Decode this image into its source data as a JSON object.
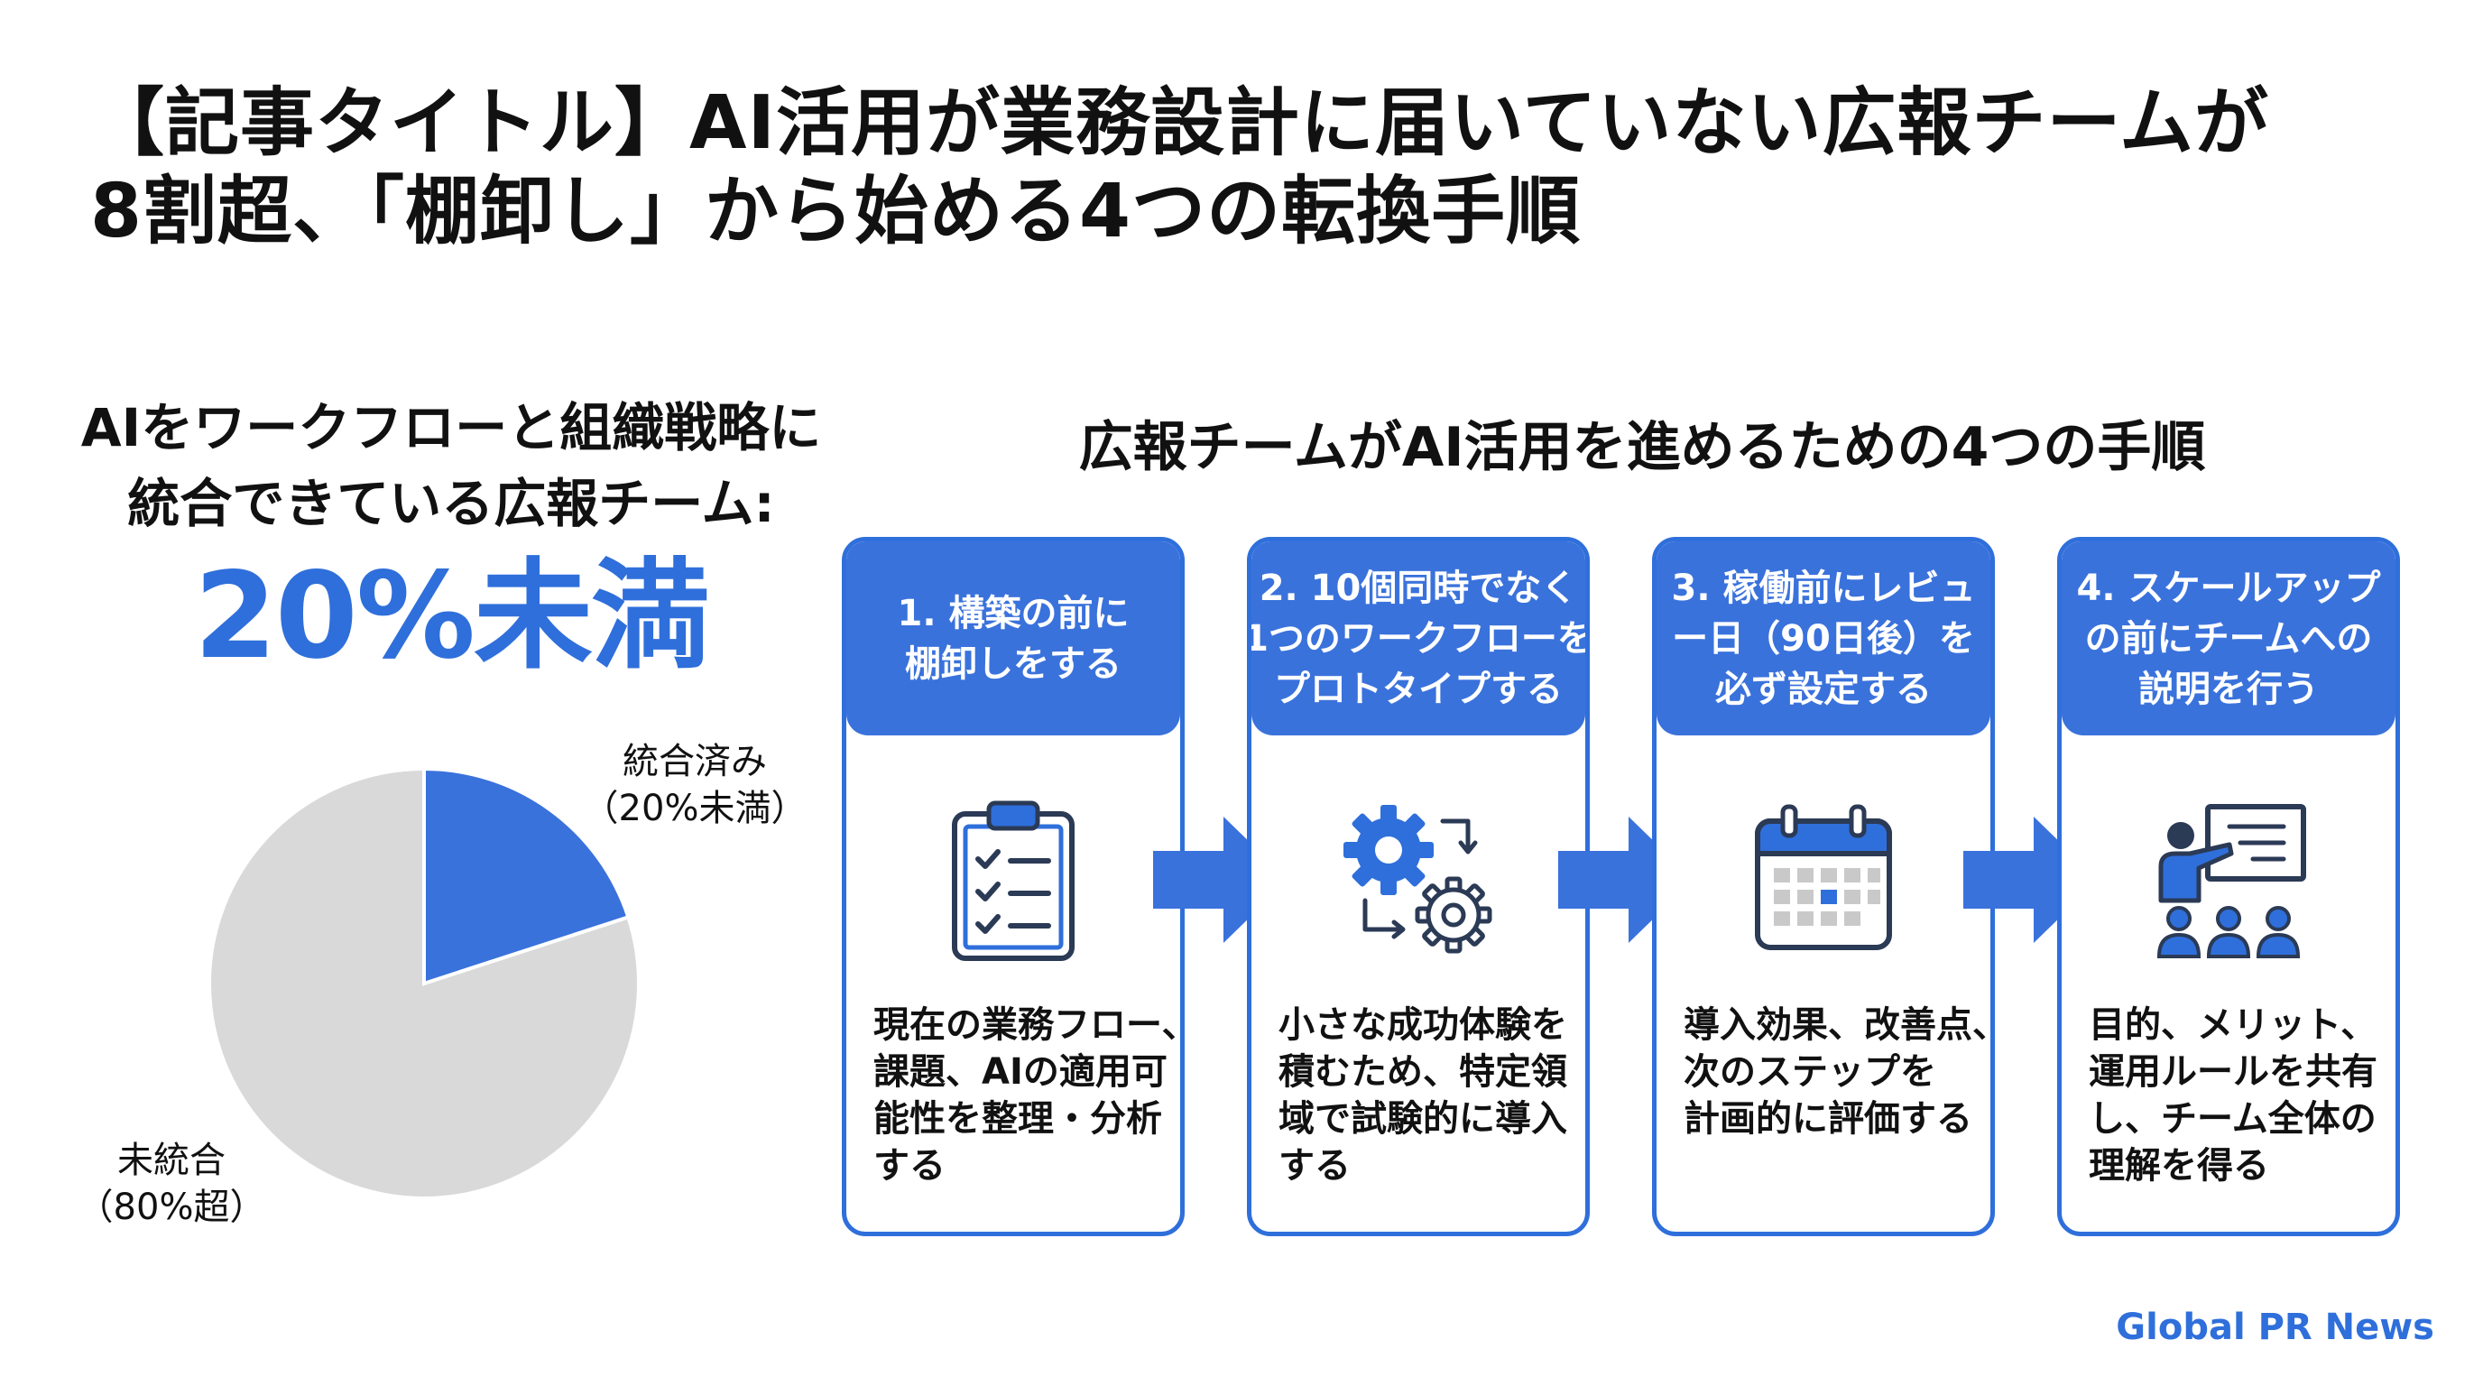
{
  "title": {
    "line1": "【記事タイトル】AI活用が業務設計に届いていない広報チームが",
    "line2": "8割超、「棚卸し」から始める4つの転換手順"
  },
  "stat": {
    "label_line1": "AIをワークフローと組織戦略に",
    "label_line2": "統合できている広報チーム:",
    "value": "20%未満"
  },
  "chart_data": {
    "type": "pie",
    "slices": [
      {
        "name": "統合済み",
        "value": 20,
        "color": "#3a72dc"
      },
      {
        "name": "未統合",
        "value": 80,
        "color": "#d9d9d9"
      }
    ],
    "labels": {
      "integrated_line1": "統合済み",
      "integrated_line2": "（20%未満）",
      "unintegrated_line1": "未統合",
      "unintegrated_line2": "（80%超）"
    }
  },
  "steps_heading": "広報チームがAI活用を進めるための4つの手順",
  "steps": [
    {
      "head": [
        "1. 構築の前に",
        "棚卸しをする"
      ],
      "icon": "clipboard-checklist-icon",
      "body": [
        "現在の業務フロー、",
        "課題、AIの適用可",
        "能性を整理・分析",
        "する"
      ]
    },
    {
      "head": [
        "2. 10個同時でなく",
        "1つのワークフローを",
        "プロトタイプする"
      ],
      "icon": "gears-cycle-icon",
      "body": [
        "小さな成功体験を",
        "積むため、特定領",
        "域で試験的に導入",
        "する"
      ]
    },
    {
      "head": [
        "3. 稼働前にレビュ",
        "ー日（90日後）を",
        "必ず設定する"
      ],
      "icon": "calendar-icon",
      "body": [
        "導入効果、改善点、",
        "次のステップを",
        "計画的に評価する"
      ]
    },
    {
      "head": [
        "4. スケールアップ",
        "の前にチームへの",
        "説明を行う"
      ],
      "icon": "presentation-icon",
      "body": [
        "目的、メリット、",
        "運用ルールを共有",
        "し、チーム全体の",
        "理解を得る"
      ]
    }
  ],
  "colors": {
    "accent": "#2f6fdb",
    "card_header": "#3a72dc",
    "pie_rest": "#d9d9d9"
  },
  "source": "Global PR News"
}
